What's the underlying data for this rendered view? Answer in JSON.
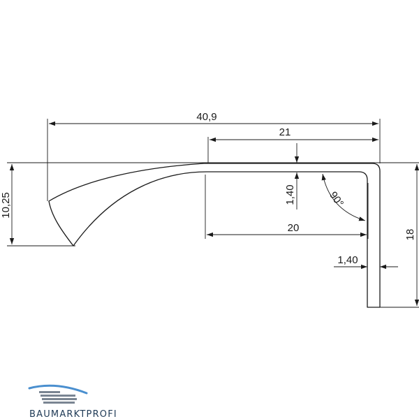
{
  "drawing": {
    "dimensions": {
      "total_width": "40,9",
      "top_width": "21",
      "inner_width": "20",
      "height_left": "10,25",
      "height_right": "18",
      "thickness_top": "1,40",
      "thickness_leg": "1,40",
      "angle": "90°"
    }
  },
  "logo": {
    "text": "BAUMARKTPROFI"
  }
}
